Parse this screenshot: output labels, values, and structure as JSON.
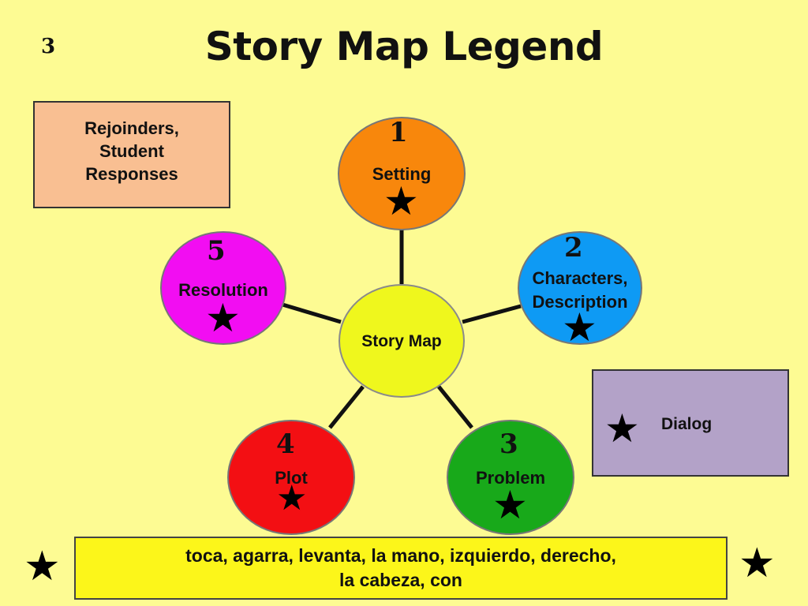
{
  "slide_number": "3",
  "title": "Story Map Legend",
  "legend": {
    "rejoinders_line1": "Rejoinders,",
    "rejoinders_line2": "Student",
    "rejoinders_line3": "Responses",
    "dialog": "Dialog"
  },
  "center": {
    "label": "Story Map"
  },
  "elements": [
    {
      "number": "1",
      "line1": "Setting"
    },
    {
      "number": "2",
      "line1": "Characters,",
      "line2": "Description"
    },
    {
      "number": "3",
      "line1": "Problem"
    },
    {
      "number": "4",
      "line1": "Plot"
    },
    {
      "number": "5",
      "line1": "Resolution"
    }
  ],
  "vocabulary": {
    "line1": "toca, agarra, levanta, la mano, izquierdo, derecho,",
    "line2": "la cabeza, con"
  },
  "colors": {
    "background": "#FDFB93",
    "center": "#EFF71D",
    "setting": "#F8870C",
    "characters": "#0E9AF4",
    "problem": "#18A91A",
    "plot": "#F30F13",
    "resolution": "#F20DF2",
    "rejoinders_box": "#F9BF92",
    "dialog_box": "#B3A2C8",
    "vocab_box": "#FCF61A"
  },
  "icons": {
    "marker": "star-icon"
  }
}
